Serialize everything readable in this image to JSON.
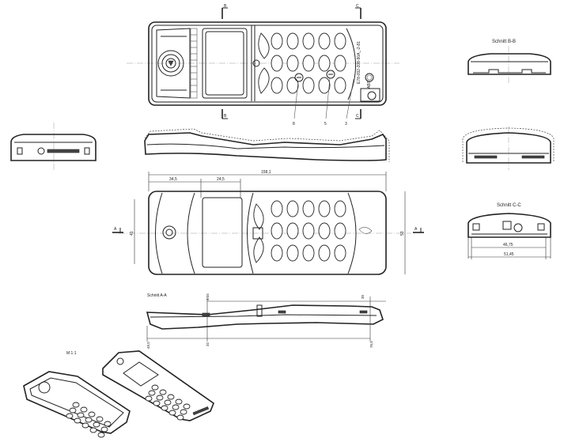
{
  "sections": {
    "bb_title": "Schnitt  B-B",
    "cc_title": "Schnitt  C-C",
    "aa_title": "Schnitt  A-A"
  },
  "section_markers": {
    "b": "B",
    "c": "C",
    "a": "A"
  },
  "part_number": "E78-092-208-90A_-2-81",
  "material": "ABS",
  "callouts": [
    "8",
    "5",
    "3"
  ],
  "dimensions": {
    "overall_length": "158,1",
    "first_segment": "34,5",
    "second_segment": "24,5",
    "height_left": "41",
    "height_right": "53",
    "cc_inner_width": "46,75",
    "cc_outer_width": "51,45",
    "aa_top": "4,15",
    "aa_left": "49,5",
    "aa_mid": "32",
    "aa_right_top": "30",
    "aa_right": "76,5"
  },
  "iso_label": "M 1:1"
}
